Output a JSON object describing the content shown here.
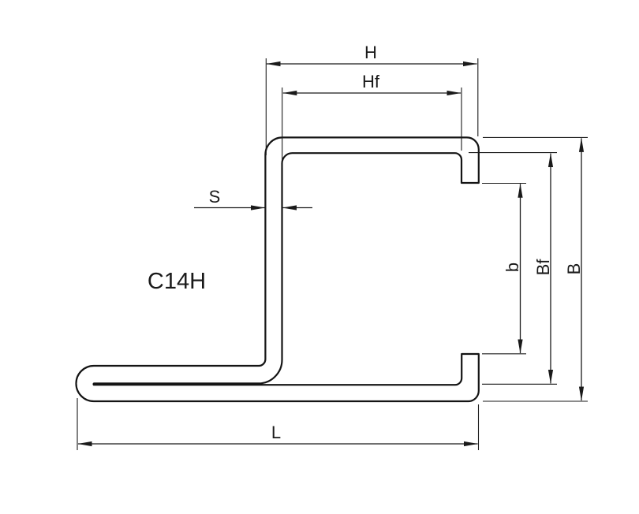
{
  "drawing": {
    "profile_label": "C14H",
    "dimension_labels": {
      "H": "H",
      "Hf": "Hf",
      "S": "S",
      "b": "b",
      "Bf": "Bf",
      "B": "B",
      "L": "L"
    }
  },
  "colors": {
    "background": "#ffffff",
    "line": "#1a1a1a",
    "text": "#1a1a1a"
  }
}
